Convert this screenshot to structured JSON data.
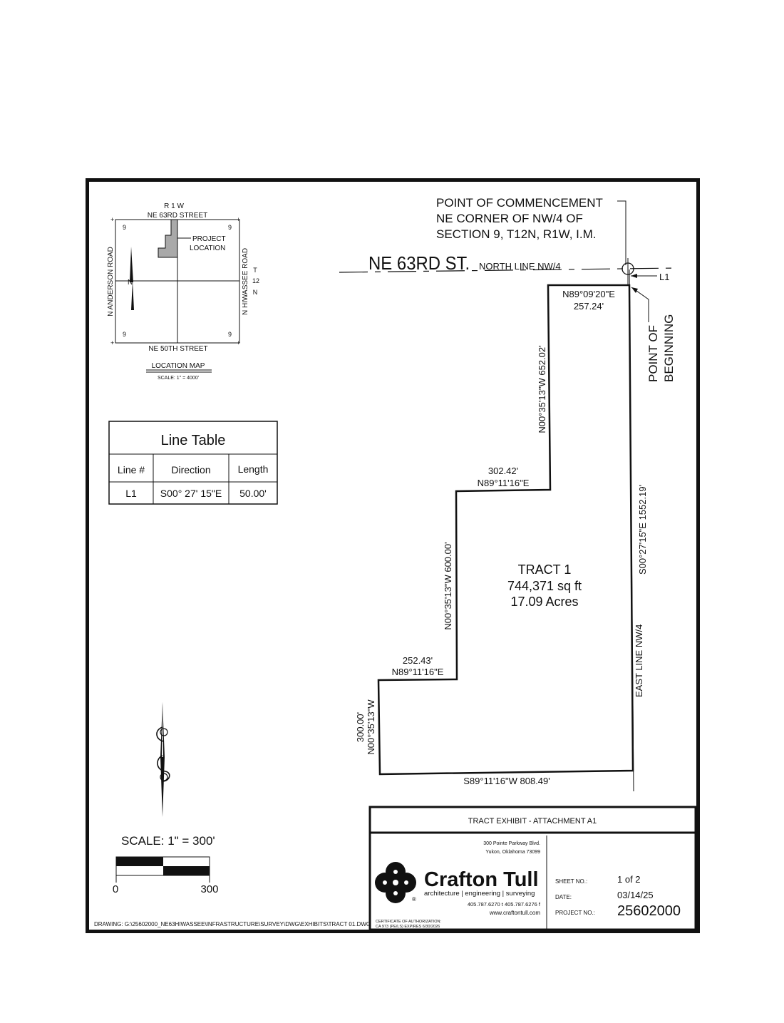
{
  "location_map": {
    "range_label": "R 1 W",
    "north_street": "NE 63RD STREET",
    "south_street": "NE 50TH STREET",
    "west_road": "N ANDERSON ROAD",
    "east_road": "N HIWASSEE ROAD",
    "township": [
      "T",
      "12",
      "N"
    ],
    "section_number": "9",
    "north_letter": "N",
    "project_label": [
      "PROJECT",
      "LOCATION"
    ],
    "title": "LOCATION MAP",
    "scale": "SCALE: 1\" = 4000'"
  },
  "line_table": {
    "title": "Line Table",
    "headers": [
      "Line #",
      "Direction",
      "Length"
    ],
    "rows": [
      [
        "L1",
        "S00° 27' 15\"E",
        "50.00'"
      ]
    ]
  },
  "commencement": [
    "POINT OF COMMENCEMENT",
    "NE CORNER OF NW/4 OF",
    "SECTION 9, T12N, R1W, I.M."
  ],
  "street_label": "NE 63RD ST.",
  "north_line_label": "NORTH LINE NW/4",
  "l1_label": "L1",
  "beginning": [
    "POINT OF",
    "BEGINNING"
  ],
  "east_line_label": "EAST LINE NW/4",
  "tract": {
    "name": "TRACT 1",
    "area_sqft": "744,371 sq ft",
    "acres": "17.09 Acres"
  },
  "calls": {
    "north_bearing": "N89°09'20\"E",
    "north_distance": "257.24'",
    "east_call": "S00°27'15\"E  1552.19'",
    "south_call": "S89°11'16\"W  808.49'",
    "west_bearing": "N00°35'13\"W",
    "west_distance": "300.00'",
    "jog1_distance": "252.43'",
    "jog1_bearing": "N89°11'16\"E",
    "mid_west_call": "N00°35'13\"W  600.00'",
    "jog2_distance": "302.42'",
    "jog2_bearing": "N89°11'16\"E",
    "upper_west_call": "N00°35'13\"W  652.02'"
  },
  "scale_bar": {
    "label": "SCALE: 1\" = 300'",
    "start": "0",
    "end": "300"
  },
  "drawing_path": "DRAWING: G:\\25602000_NE63HIWASSEE\\INFRASTRUCTURE\\SURVEY\\DWG\\EXHIBITS\\TRACT 01.DWG",
  "title_block": {
    "header": "TRACT EXHIBIT - ATTACHMENT A1",
    "address1": "300 Pointe Parkway Blvd.",
    "address2": "Yukon, Oklahoma 73099",
    "company": "Crafton Tull",
    "tagline": "architecture | engineering | surveying",
    "phone": "405.787.6270 t   405.787.6276 f",
    "website": "www.craftontull.com",
    "certificate1": "CERTIFICATE OF AUTHORIZATION:",
    "certificate2": "CA 973 (PE/LS) EXPIRES 6/30/2026",
    "registered_mark": "®",
    "sheet_label": "SHEET NO.:",
    "sheet_value": "1 of 2",
    "date_label": "DATE:",
    "date_value": "03/14/25",
    "project_label": "PROJECT NO.:",
    "project_value": "25602000"
  }
}
